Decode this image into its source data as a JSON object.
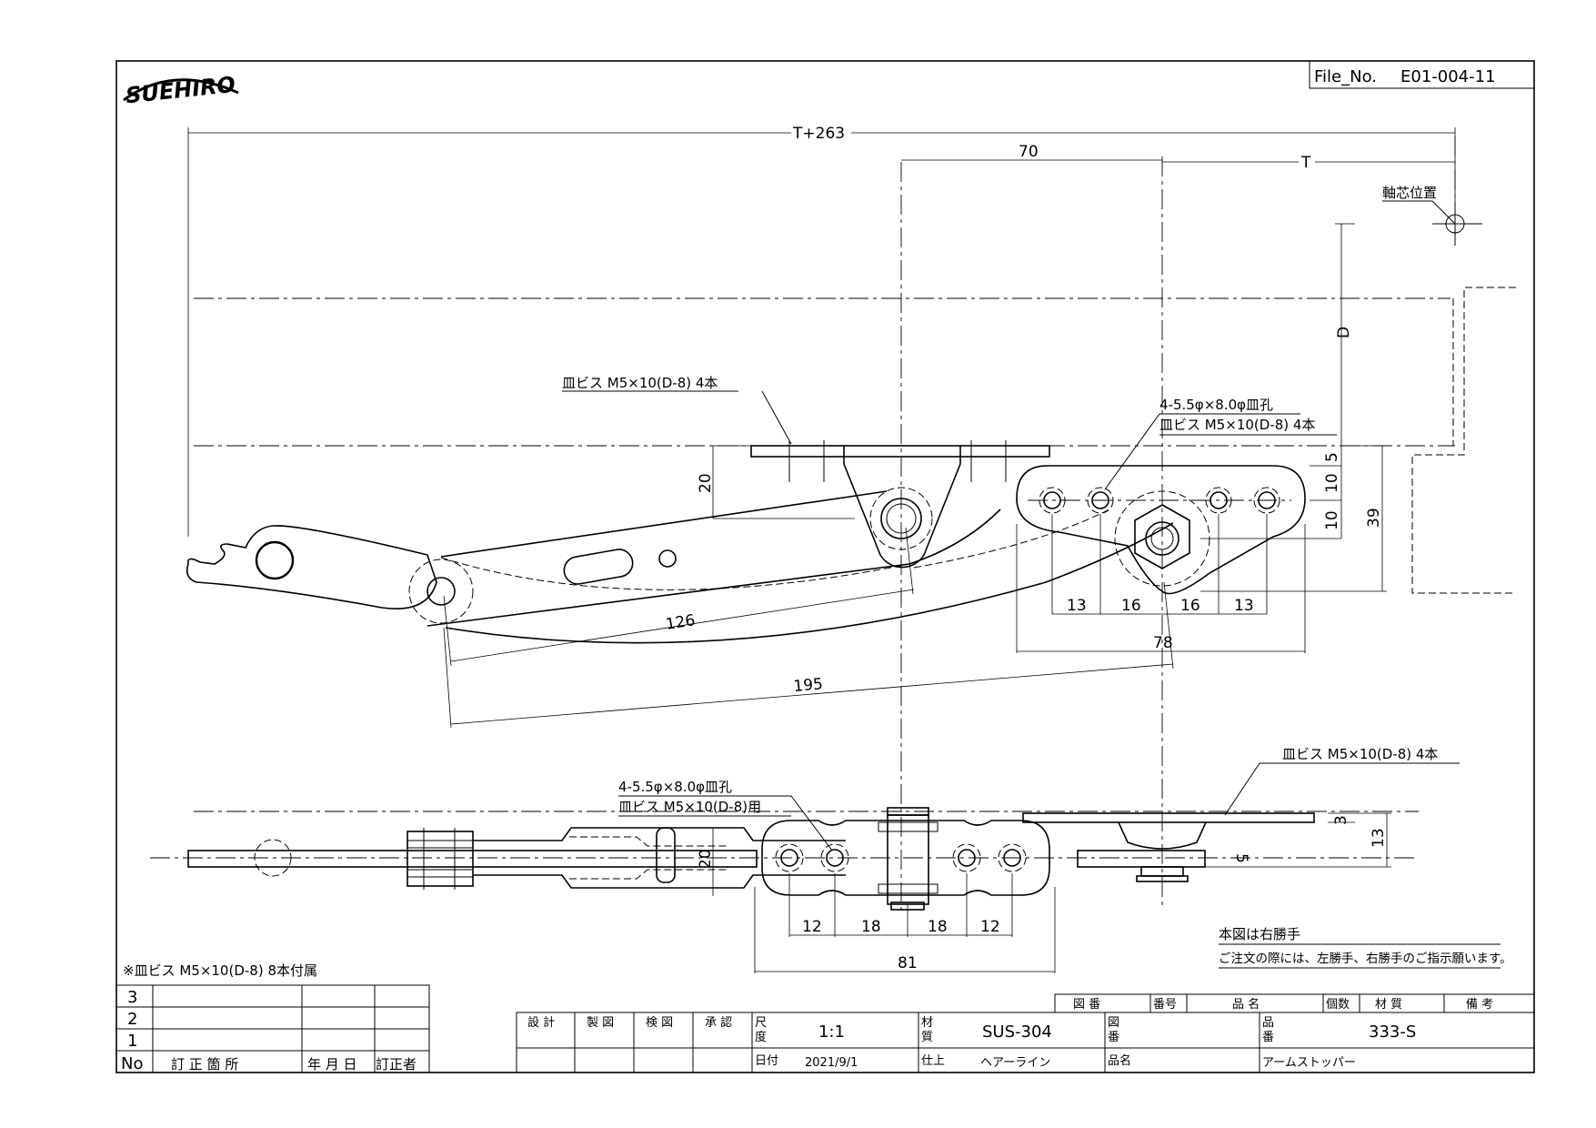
{
  "logo_text": "SUEHIRO",
  "file_no_label": "File_No.",
  "file_no": "E01-004-11",
  "axis_label": "軸芯位置",
  "dims": {
    "overall": "T+263",
    "d70": "70",
    "dT": "T",
    "dD": "D",
    "d20": "20",
    "d5": "5",
    "d10a": "10",
    "d10b": "10",
    "d39": "39",
    "d13a": "13",
    "d16a": "16",
    "d16b": "16",
    "d13b": "13",
    "d78": "78",
    "d126": "126",
    "d195": "195",
    "b20": "20",
    "b12a": "12",
    "b18a": "18",
    "b18b": "18",
    "b12b": "12",
    "b81": "81",
    "b3": "3",
    "b13": "13",
    "b5": "5"
  },
  "callouts": {
    "screw_top": "皿ビス M5×10(D-8) 4本",
    "holes_top_1": "4-5.5φ×8.0φ皿孔",
    "holes_top_2": "皿ビス M5×10(D-8) 4本",
    "holes_bottom_1": "4-5.5φ×8.0φ皿孔",
    "holes_bottom_2": "皿ビス M5×10(D-8)用",
    "screw_bottom_right": "皿ビス M5×10(D-8) 4本"
  },
  "notes": {
    "right_hand": "本図は右勝手",
    "order": "ご注文の際には、左勝手、右勝手のご指示願います。",
    "accessory": "※皿ビス M5×10(D-8) 8本付属"
  },
  "revision_table": {
    "rows": [
      "3",
      "2",
      "1"
    ],
    "headers": [
      "No",
      "訂 正 箇 所",
      "年 月 日",
      "訂正者"
    ]
  },
  "title_block": {
    "design": "設 計",
    "drawing": "製 図",
    "inspect": "検 図",
    "approve": "承 認",
    "scale_label_1": "尺",
    "scale_label_2": "度",
    "scale": "1:1",
    "date_label": "日付",
    "date": "2021/9/1",
    "material_label_1": "材",
    "material_label_2": "質",
    "material": "SUS-304",
    "finish_label": "仕上",
    "finish": "ヘアーライン",
    "drawing_no_label_1": "図",
    "drawing_no_label_2": "番",
    "part_no_label_1": "品",
    "part_no_label_2": "番",
    "part_no": "333-S",
    "name_label": "品名",
    "name": "アームストッパー",
    "parts_headers": [
      "図 番",
      "番号",
      "品 名",
      "個数",
      "材 質",
      "備 考"
    ]
  }
}
